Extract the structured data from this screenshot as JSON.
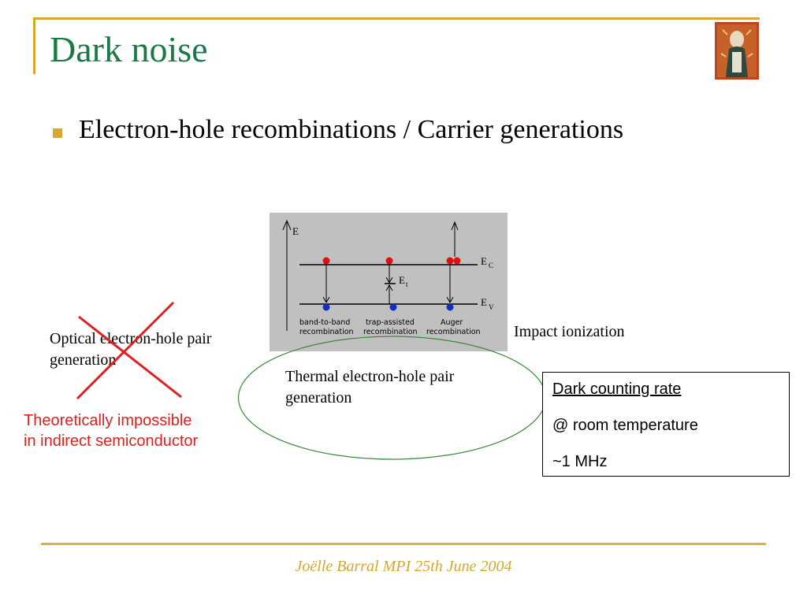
{
  "slide": {
    "title": "Dark noise",
    "bullet": "Electron-hole recombinations / Carrier generations"
  },
  "diagram": {
    "axis_label": "E",
    "ec_label": "E",
    "ec_sub": "C",
    "ev_label": "E",
    "ev_sub": "V",
    "et_label": "E",
    "et_sub": "t",
    "caption1_a": "band-to-band",
    "caption1_b": "recombination",
    "caption2_a": "trap-assisted",
    "caption2_b": "recombination",
    "caption3_a": "Auger",
    "caption3_b": "recombination"
  },
  "labels": {
    "optical_line1": "Optical electron-hole pair",
    "optical_line2": "generation",
    "impact": "Impact ionization",
    "thermal_line1": "Thermal electron-hole pair",
    "thermal_line2": "generation",
    "impossible_line1": "Theoretically impossible",
    "impossible_line2": "in indirect semiconductor"
  },
  "dark_counting": {
    "title": "Dark counting rate",
    "condition": "@ room temperature",
    "rate": "~1 MHz"
  },
  "footer": "Joëlle Barral MPI 25th June 2004",
  "colors": {
    "title": "#1a7a45",
    "accent": "#d4a92e",
    "red": "#e02020",
    "ellipse": "#3a8a3a",
    "electron": "#e01010",
    "hole": "#1030c0"
  }
}
